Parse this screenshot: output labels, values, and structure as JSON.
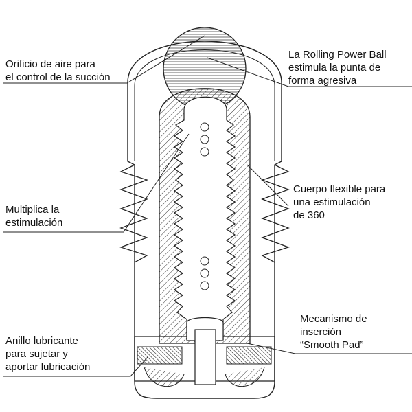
{
  "callouts": {
    "air_hole": {
      "lines": [
        "Orificio de aire para",
        "el control de la succión"
      ]
    },
    "rolling_ball": {
      "lines": [
        "La Rolling Power Ball",
        "estimula la punta de",
        "forma agresiva"
      ]
    },
    "flexible_body": {
      "lines": [
        "Cuerpo flexible para",
        "una estimulación",
        "de 360"
      ]
    },
    "multiplies": {
      "lines": [
        "Multiplica la",
        "estimulación"
      ]
    },
    "smooth_pad": {
      "lines": [
        "Mecanismo de",
        "inserción",
        "“Smooth Pad”"
      ]
    },
    "lube_ring": {
      "lines": [
        "Anillo lubricante",
        "para sujetar y",
        "aportar lubricación"
      ]
    }
  },
  "colors": {
    "line": "#222222",
    "background": "#ffffff"
  }
}
